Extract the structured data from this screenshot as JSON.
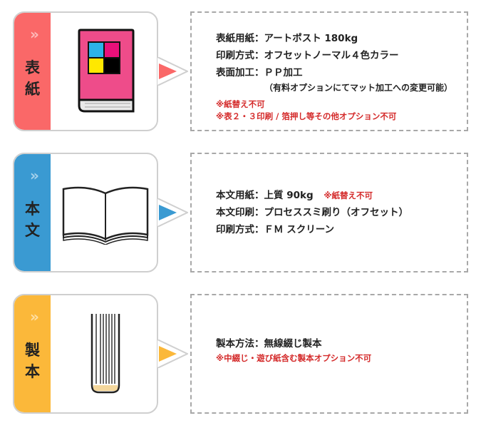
{
  "sections": [
    {
      "id": "cover",
      "label_lines": [
        "表",
        "紙"
      ],
      "color": "#fa6868",
      "lines": [
        "表紙用紙：アートポスト 180kg",
        "印刷方式：オフセットノーマル４色カラー",
        "表面加工：ＰＰ加工"
      ],
      "sub_line": "（有料オプションにてマット加工への変更可能）",
      "notes": [
        "※紙替え不可",
        "※表２・３印刷 / 箔押し等その他オプション不可"
      ]
    },
    {
      "id": "body",
      "label_lines": [
        "本",
        "文"
      ],
      "color": "#3a9ad2",
      "lines": [
        "本文用紙：上質 90kg",
        "本文印刷：プロセススミ刷り（オフセット）",
        "印刷方式：ＦＭ スクリーン"
      ],
      "inline_note": "※紙替え不可"
    },
    {
      "id": "binding",
      "label_lines": [
        "製",
        "本"
      ],
      "color": "#fbb83a",
      "lines": [
        "製本方法：無線綴じ製本"
      ],
      "notes": [
        "※中綴じ・遊び紙含む製本オプション不可"
      ]
    }
  ],
  "chevron": "»",
  "accent_note_color": "#d42a2a"
}
